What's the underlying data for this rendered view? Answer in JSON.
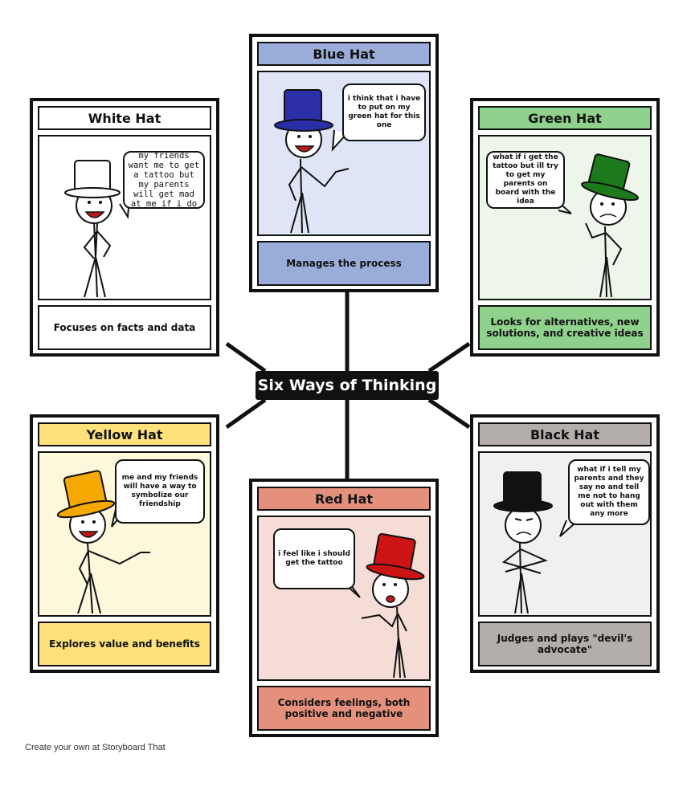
{
  "center_title": "Six Ways of Thinking",
  "footer": "Create your own at Storyboard That",
  "cards": [
    {
      "title": "White Hat",
      "caption": "Focuses on facts and data",
      "bubble": "my friends want me to get a tattoo but my parents will get mad at me if i do",
      "hat_color": "#ffffff",
      "title_bg": "#ffffff",
      "scene_bg": "#ffffff",
      "caption_bg": "#ffffff"
    },
    {
      "title": "Blue Hat",
      "caption": "Manages the process",
      "bubble": "i think that i have to put on my green hat for this one",
      "hat_color": "#2a2fa8",
      "title_bg": "#9aadd9",
      "scene_bg": "#dfe5f6",
      "caption_bg": "#9aadd9"
    },
    {
      "title": "Green Hat",
      "caption": "Looks for alternatives, new solutions, and creative ideas",
      "bubble": "what if i get the tattoo but ill try to get my parents on board with the idea",
      "hat_color": "#1c7a1c",
      "title_bg": "#8fd18d",
      "scene_bg": "#eef6ec",
      "caption_bg": "#8fd18d"
    },
    {
      "title": "Yellow Hat",
      "caption": "Explores value and benefits",
      "bubble": "me and my friends will have a way to symbolize our friendship",
      "hat_color": "#f5a800",
      "title_bg": "#fde27c",
      "scene_bg": "#fdf7dc",
      "caption_bg": "#fde27c"
    },
    {
      "title": "Red Hat",
      "caption": "Considers feelings, both positive and negative",
      "bubble": "i feel like i should get the tattoo",
      "hat_color": "#cc1414",
      "title_bg": "#e4907c",
      "scene_bg": "#f5dcd6",
      "caption_bg": "#e4907c"
    },
    {
      "title": "Black Hat",
      "caption": "Judges and plays \"devil's advocate\"",
      "bubble": "what if i tell my parents and they say no and tell me not to hang out with them any more",
      "hat_color": "#111111",
      "title_bg": "#b3adab",
      "scene_bg": "#f0f0f0",
      "caption_bg": "#b3adab"
    }
  ]
}
